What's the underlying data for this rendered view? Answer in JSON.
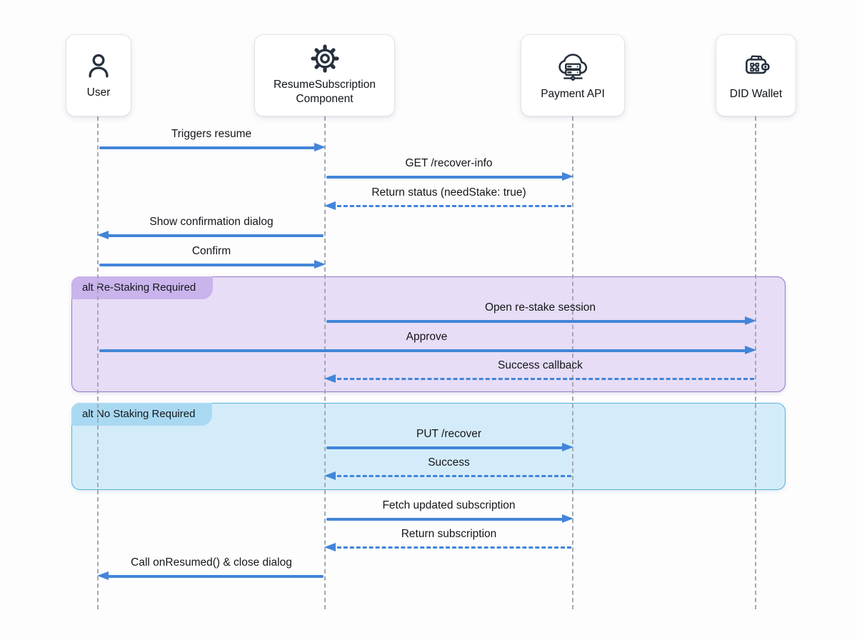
{
  "diagram": {
    "type": "sequence-diagram",
    "participants": [
      {
        "label": "User",
        "icon": "user-icon"
      },
      {
        "label": "ResumeSubscription Component",
        "icon": "gear-icon"
      },
      {
        "label": "Payment API",
        "icon": "cloud-server-icon"
      },
      {
        "label": "DID Wallet",
        "icon": "wallet-icon"
      }
    ],
    "blocks": [
      {
        "label": "alt Re-Staking Required",
        "fill": "#e7ddf6",
        "tab_fill": "#c9b4ec",
        "border": "#9378c6"
      },
      {
        "label": "alt No Staking Required",
        "fill": "#d4ecf9",
        "tab_fill": "#a9d9f2",
        "border": "#58b1d8"
      }
    ],
    "messages": [
      {
        "text": "Triggers resume",
        "from": "User",
        "to": "ResumeSubscription Component",
        "line": "solid"
      },
      {
        "text": "GET /recover-info",
        "from": "ResumeSubscription Component",
        "to": "Payment API",
        "line": "solid"
      },
      {
        "text": "Return status (needStake: true)",
        "from": "Payment API",
        "to": "ResumeSubscription Component",
        "line": "dashed"
      },
      {
        "text": "Show confirmation dialog",
        "from": "ResumeSubscription Component",
        "to": "User",
        "line": "solid"
      },
      {
        "text": "Confirm",
        "from": "User",
        "to": "ResumeSubscription Component",
        "line": "solid"
      },
      {
        "text": "Open re-stake session",
        "from": "ResumeSubscription Component",
        "to": "DID Wallet",
        "line": "solid",
        "block": "alt Re-Staking Required"
      },
      {
        "text": "Approve",
        "from": "User",
        "to": "DID Wallet",
        "line": "solid",
        "block": "alt Re-Staking Required"
      },
      {
        "text": "Success callback",
        "from": "DID Wallet",
        "to": "ResumeSubscription Component",
        "line": "dashed",
        "block": "alt Re-Staking Required"
      },
      {
        "text": "PUT /recover",
        "from": "ResumeSubscription Component",
        "to": "Payment API",
        "line": "solid",
        "block": "alt No Staking Required"
      },
      {
        "text": "Success",
        "from": "Payment API",
        "to": "ResumeSubscription Component",
        "line": "dashed",
        "block": "alt No Staking Required"
      },
      {
        "text": "Fetch updated subscription",
        "from": "ResumeSubscription Component",
        "to": "Payment API",
        "line": "solid"
      },
      {
        "text": "Return subscription",
        "from": "Payment API",
        "to": "ResumeSubscription Component",
        "line": "dashed"
      },
      {
        "text": "Call onResumed() & close dialog",
        "from": "ResumeSubscription Component",
        "to": "User",
        "line": "solid"
      }
    ],
    "colors": {
      "arrow": "#4285d9",
      "lifeline": "#a4a9b1",
      "icon_stroke": "#26303e",
      "background": "#fdfdfe"
    }
  }
}
